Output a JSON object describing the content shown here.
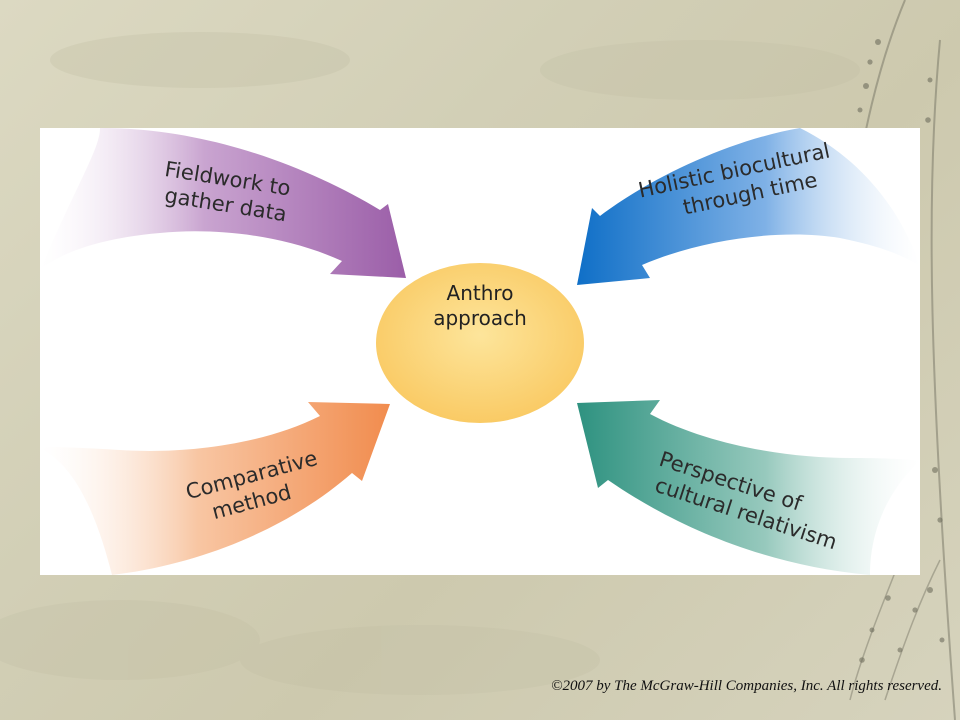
{
  "center": {
    "line1": "Anthro",
    "line2": "approach"
  },
  "arrows": [
    {
      "line1": "Fieldwork to",
      "line2": "gather data",
      "color": "#a66ab0"
    },
    {
      "line1": "Holistic biocultural",
      "line2": "through time",
      "color": "#1a78c8"
    },
    {
      "line1": "Comparative",
      "line2": "method",
      "color": "#f2955a"
    },
    {
      "line1": "Perspective of",
      "line2": "cultural relativism",
      "color": "#3d9a8a"
    }
  ],
  "footer": {
    "copyright": "©2007 by The McGraw-Hill Companies, Inc. All rights reserved."
  },
  "colors": {
    "center_fill": "#fbd478",
    "card": "#ffffff",
    "background": "#d4d1b9"
  }
}
